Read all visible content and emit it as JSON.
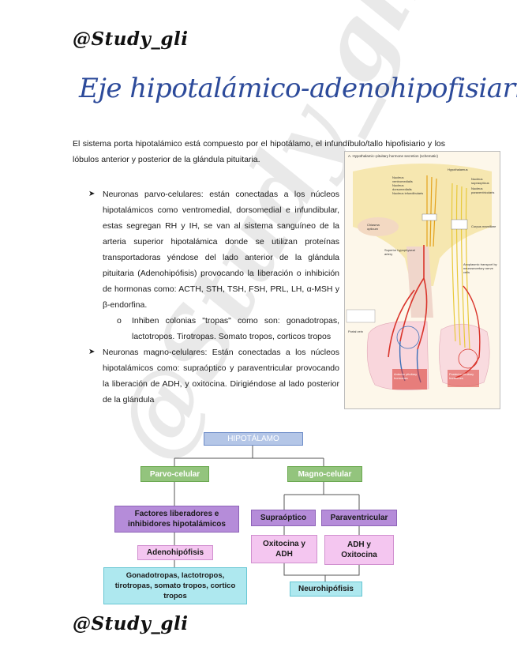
{
  "brand": "@Study_gli",
  "title": "Eje hipotalámico-adenohipofisiario",
  "intro": "El sistema porta hipotalámico está compuesto por el hipotálamo, el infundíbulo/tallo hipofisiario y los lóbulos anterior y posterior de la glándula pituitaria.",
  "bullets": [
    {
      "text": "Neuronas parvo-celulares: están conectadas a los núcleos hipotalámicos como ventromedial, dorsomedial e infundibular, estas segregan RH y IH, se van al sistema sanguíneo de la arteria superior hipotalámica donde se utilizan proteínas transportadoras yéndose del lado anterior de la glándula pituitaria (Adenohipófisis) provocando la liberación o inhibición de hormonas como: ACTH, STH, TSH, FSH, PRL, LH, α-MSH y β-endorfina.",
      "sub": "Inhiben colonias \"tropas\" como son: gonadotropas, lactotropos. Tirotropas. Somato tropos, corticos tropos"
    },
    {
      "text": "Neuronas magno-celulares: Están conectadas a los núcleos hipotalámicos como: supraóptico y paraventricular provocando la liberación de ADH, y oxitocina. Dirigiéndose al lado posterior de la glándula"
    }
  ],
  "figure": {
    "caption": "A. Hypothalamic–pituitary hormone secretion (schematic)",
    "labels": [
      "Hypothalamus",
      "Nucleus ventromedialis",
      "Nucleus dorsomedialis",
      "Nucleus infundibularis",
      "Nucleus supraopticus",
      "Nucleus paraventricularis",
      "Chiasma opticum",
      "Corpus mamillare",
      "Superior hypophyseal artery",
      "Axoplasmic transport by neurosecretory nerve cells",
      "Portal vein",
      "Anterior pituitary hormones",
      "Posterior pituitary hormones"
    ]
  },
  "chart": {
    "top": "HIPOTÁLAMO",
    "parvo": "Parvo-celular",
    "magno": "Magno-celular",
    "factores": "Factores liberadores e inhibidores hipotalámicos",
    "adeno": "Adenohipófisis",
    "tropos": "Gonadotropas, lactotropos, tirotropas, somato tropos, cortico tropos",
    "supra": "Supraóptico",
    "para": "Paraventricular",
    "oxi_adh": "Oxitocina y ADH",
    "adh_oxi": "ADH y Oxitocina",
    "neuro": "Neurohipófisis"
  }
}
